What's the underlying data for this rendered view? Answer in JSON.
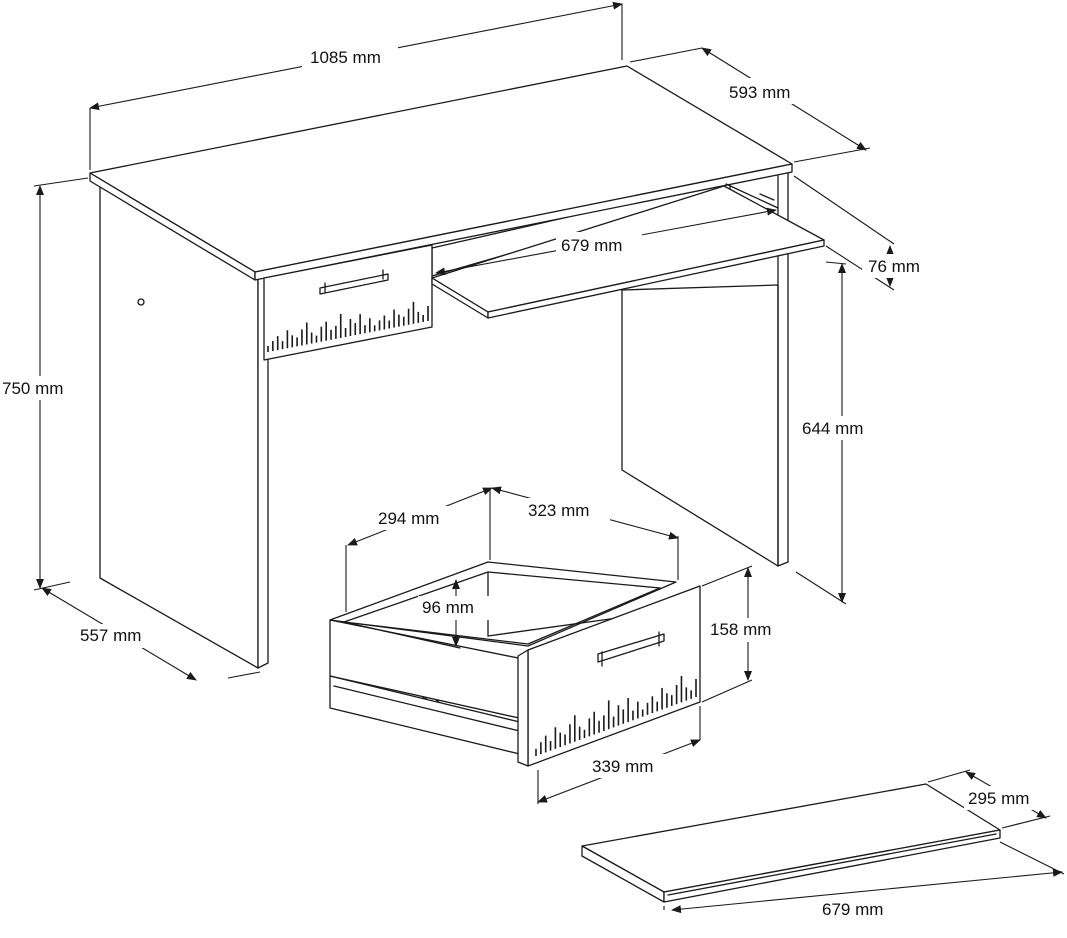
{
  "colors": {
    "line": "#1a1a1a",
    "background": "#ffffff"
  },
  "labels": {
    "total_width": "1085 mm",
    "total_depth": "593 mm",
    "keyboard_tray_width": "679 mm",
    "top_overhang": "76 mm",
    "total_height": "750 mm",
    "tray_height": "644 mm",
    "side_depth": "557 mm",
    "drawer_depth": "294 mm",
    "drawer_width": "323 mm",
    "drawer_inner_height": "96 mm",
    "drawer_front_height": "158 mm",
    "drawer_front_width": "339 mm",
    "tray_board_depth": "295 mm",
    "tray_board_width": "679 mm"
  }
}
